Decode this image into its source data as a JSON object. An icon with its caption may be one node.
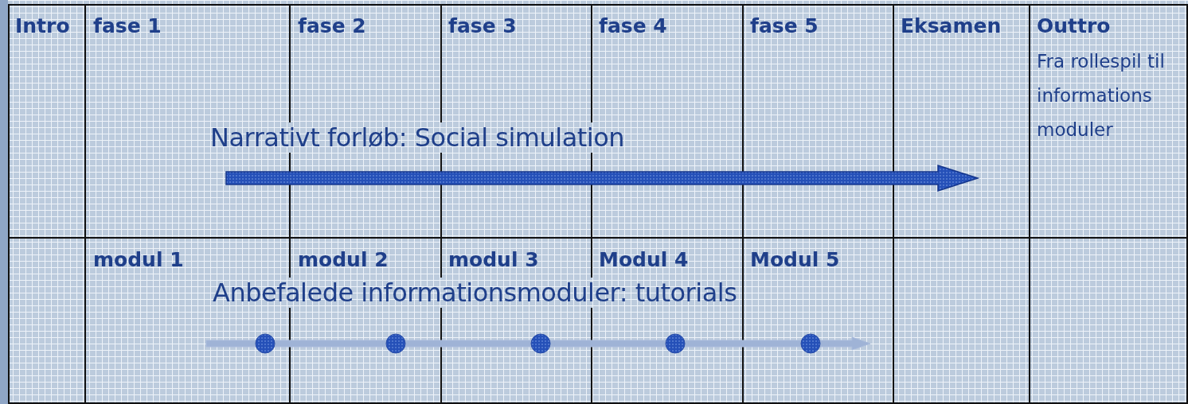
{
  "diagram": {
    "labels": [
      "Intro",
      "fase 1",
      "fase 2",
      "fase 3",
      "fase 4",
      "fase 5",
      "Eksamen",
      "Outtro",
      "Fra rollespil til informations moduler",
      "Narrativt forløb: Social simulation",
      "modul 1",
      "modul 2",
      "modul 3",
      "Modul 4",
      "Modul 5",
      "Anbefalede informationsmoduler: tutorials"
    ]
  }
}
